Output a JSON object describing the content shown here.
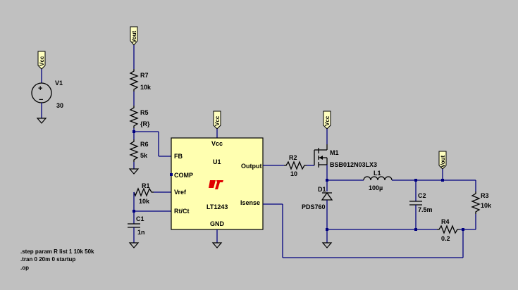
{
  "net_labels": {
    "vout_top": "Vout",
    "vcc_v1": "Vcc",
    "vcc_u1": "Vcc",
    "vcc_m1": "Vcc",
    "vout_right": "Vout"
  },
  "components": {
    "v1": {
      "name": "V1",
      "value": "30"
    },
    "r7": {
      "name": "R7",
      "value": "10k"
    },
    "r5": {
      "name": "R5",
      "value": "{R}"
    },
    "r6": {
      "name": "R6",
      "value": "5k"
    },
    "r1": {
      "name": "R1",
      "value": "10k"
    },
    "c1": {
      "name": "C1",
      "value": "1n"
    },
    "r2": {
      "name": "R2",
      "value": "10"
    },
    "m1": {
      "name": "M1",
      "value": "BSB012N03LX3"
    },
    "l1": {
      "name": "L1",
      "value": "100µ"
    },
    "d1": {
      "name": "D1",
      "value": "PDS760"
    },
    "c2": {
      "name": "C2",
      "value": "7.5m"
    },
    "r3": {
      "name": "R3",
      "value": "10k"
    },
    "r4": {
      "name": "R4",
      "value": "0.2"
    }
  },
  "ic": {
    "name": "U1",
    "part": "LT1243",
    "pins": {
      "vcc": "Vcc",
      "fb": "FB",
      "comp": "COMP",
      "vref": "Vref",
      "rtct": "Rt/Ct",
      "output": "Output",
      "isense": "Isense",
      "gnd": "GND"
    },
    "fill_color": "#ffffb0",
    "logo_color": "#e00000"
  },
  "spice_directives": [
    ".step param R list 1 10k 50k",
    ".tran 0 20m 0 startup",
    ".op"
  ],
  "colors": {
    "background": "#c0c0c0",
    "wire": "#000080",
    "component": "#000000",
    "net_flag_fill": "#ffffc0"
  }
}
